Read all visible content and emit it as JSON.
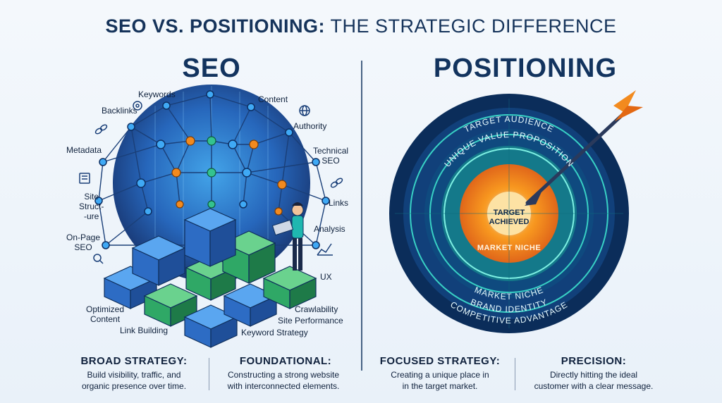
{
  "title": {
    "bold": "SEO VS. POSITIONING:",
    "rest": "THE STRATEGIC DIFFERENCE"
  },
  "seo": {
    "heading": "SEO",
    "labels": {
      "keywords": "Keywords",
      "content": "Content",
      "backlinks": "Backlinks",
      "authority": "Authority",
      "metadata": "Metadata",
      "technical_seo": "Technical\nSEO",
      "site_structure": "Site\nStruct-\n-ure",
      "links": "Links",
      "analysis": "Analysis",
      "on_page_seo": "On-Page\nSEO",
      "ux": "UX",
      "optimized_content": "Optimized\nContent",
      "crawlability": "Crawlability",
      "site_performance": "Site Performance",
      "link_building": "Link Building",
      "keyword_strategy": "Keyword Strategy"
    }
  },
  "positioning": {
    "heading": "POSITIONING",
    "rings": {
      "target_audience": "TARGET AUDIENCE",
      "unique_value": "UNIQUE VALUE PROPOSITION",
      "market_niche_outer": "MARKET NICHE",
      "brand_identity": "BRAND IDENTITY",
      "competitive_advantage": "COMPETITIVE ADVANTAGE",
      "market_niche_inner": "MARKET NICHE",
      "target_achieved": "TARGET\nACHIEVED"
    }
  },
  "footer": [
    {
      "title": "BROAD STRATEGY:",
      "text": "Build visibility, traffic, and\norganic presence over time."
    },
    {
      "title": "FOUNDATIONAL:",
      "text": "Constructing a strong website\nwith interconnected elements."
    },
    {
      "title": "FOCUSED STRATEGY:",
      "text": "Creating a unique place in\nin the target market."
    },
    {
      "title": "PRECISION:",
      "text": "Directly hitting the ideal\ncustomer with a clear message."
    }
  ],
  "colors": {
    "navy": "#12335e",
    "teal": "#1fb7b0",
    "orange": "#f28a1e",
    "blue": "#2a6fd6",
    "green": "#2fa866"
  }
}
